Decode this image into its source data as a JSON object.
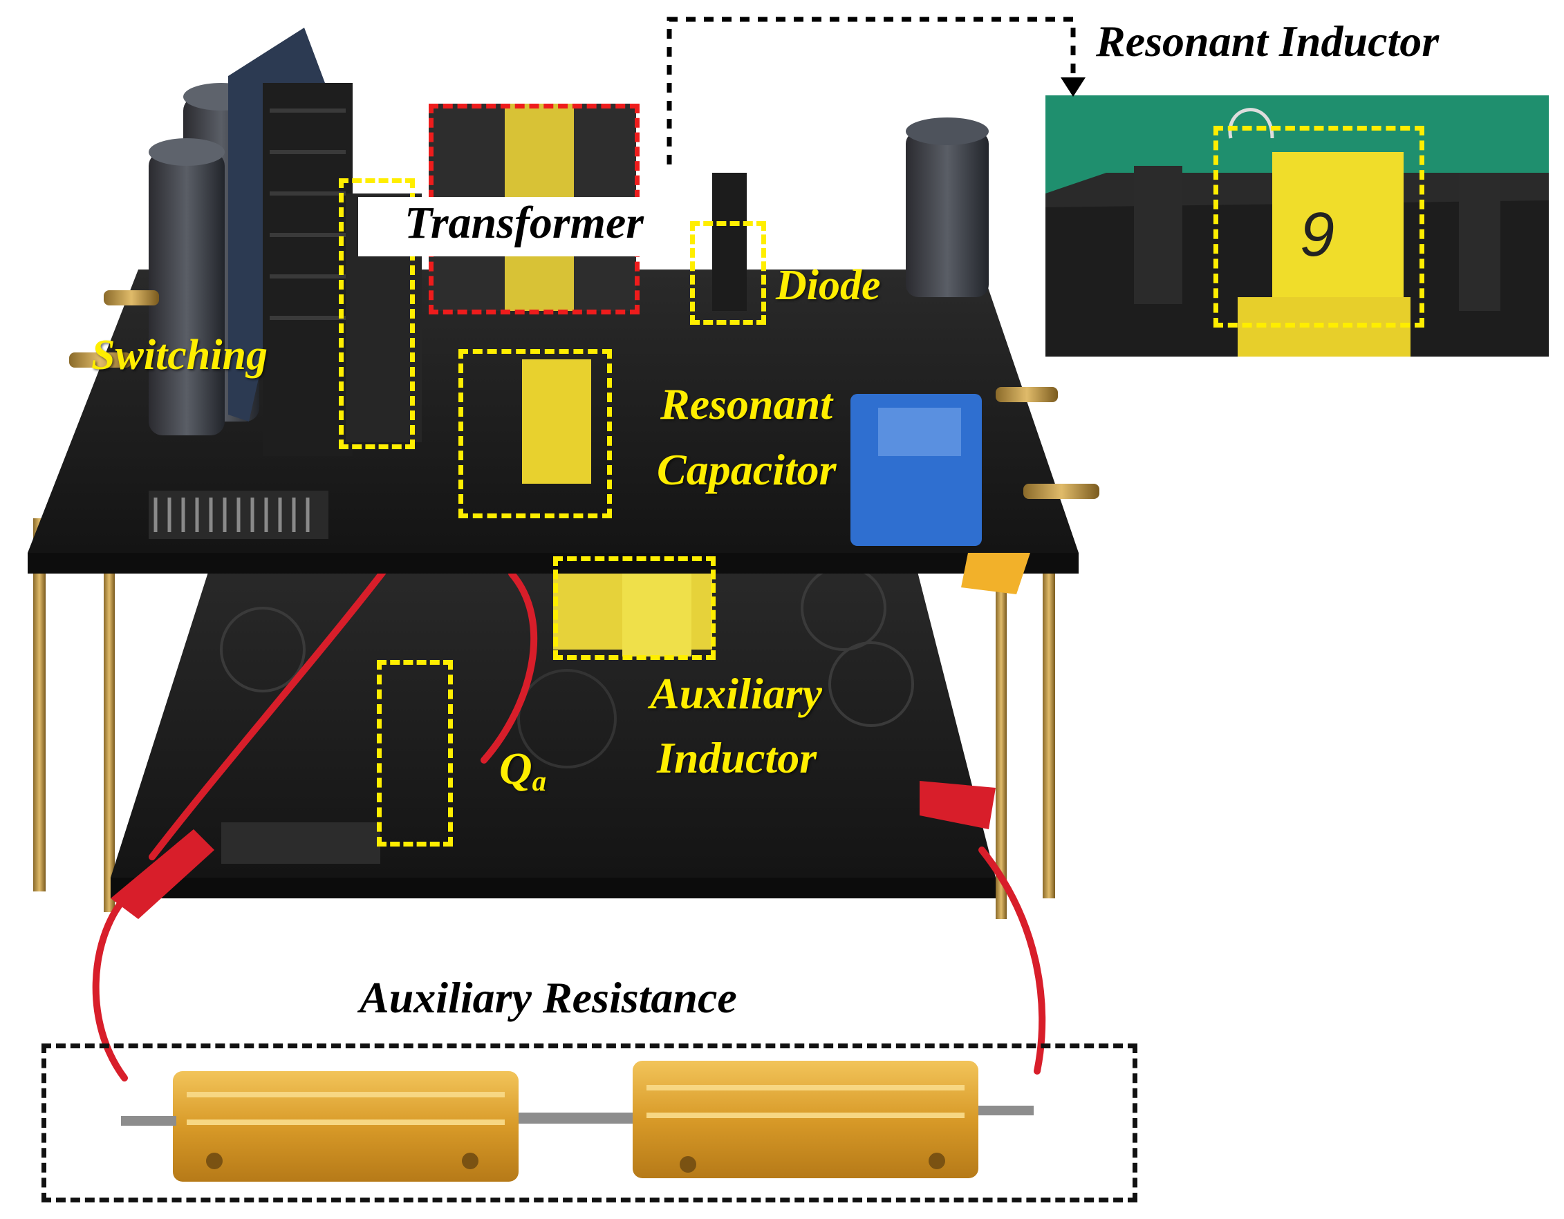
{
  "figure": {
    "labels": {
      "resonant_inductor": "Resonant Inductor",
      "transformer": "Transformer",
      "diode": "Diode",
      "switching": "Switching",
      "resonant_capacitor_line1": "Resonant",
      "resonant_capacitor_line2": "Capacitor",
      "auxiliary_inductor_line1": "Auxiliary",
      "auxiliary_inductor_line2": "Inductor",
      "qa_main": "Q",
      "qa_sub": "a",
      "auxiliary_resistance": "Auxiliary Resistance"
    },
    "colors": {
      "highlight_yellow": "#ffee00",
      "highlight_red": "#ee1c1c",
      "outline_black": "#111111",
      "pcb_black": "#1c1c1c",
      "inset_green": "#1f8f6e",
      "resistor_gold": "#d8a030",
      "wire_red": "#d81e2a",
      "current_sensor_blue": "#2f6fd0"
    }
  }
}
